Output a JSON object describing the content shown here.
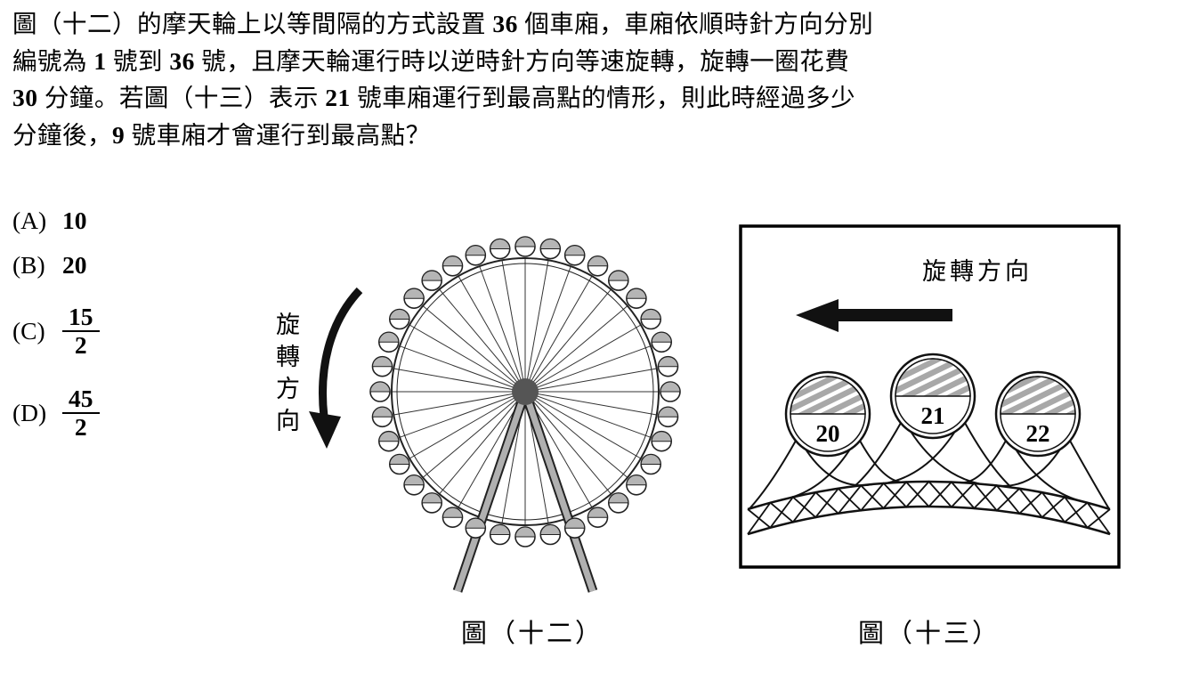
{
  "question": {
    "lines": [
      [
        {
          "t": "圖（十二）的摩天輪上以等間隔的方式設置 "
        },
        {
          "t": "36",
          "b": true
        },
        {
          "t": " 個車廂，車廂依順時針方向分別"
        }
      ],
      [
        {
          "t": "編號為 "
        },
        {
          "t": "1",
          "b": true
        },
        {
          "t": " 號到 "
        },
        {
          "t": "36",
          "b": true
        },
        {
          "t": " 號，且摩天輪運行時以逆時針方向等速旋轉，旋轉一圈花費"
        }
      ],
      [
        {
          "t": "30",
          "b": true
        },
        {
          "t": " 分鐘。若圖（十三）表示 "
        },
        {
          "t": "21",
          "b": true
        },
        {
          "t": " 號車廂運行到最高點的情形，則此時經過多少"
        }
      ],
      [
        {
          "t": "分鐘後，"
        },
        {
          "t": "9",
          "b": true
        },
        {
          "t": " 號車廂才會運行到最高點？"
        }
      ]
    ]
  },
  "options": [
    {
      "label": "(A)",
      "value": "10"
    },
    {
      "label": "(B)",
      "value": "20"
    },
    {
      "label": "(C)",
      "fraction": {
        "num": "15",
        "den": "2"
      }
    },
    {
      "label": "(D)",
      "fraction": {
        "num": "45",
        "den": "2"
      }
    }
  ],
  "figure12": {
    "rotation_label": "旋轉方向",
    "caption": "圖（十二）",
    "cabin_count": 36
  },
  "figure13": {
    "rotation_label": "旋轉方向",
    "caption": "圖（十三）",
    "cabins": [
      "20",
      "21",
      "22"
    ]
  }
}
